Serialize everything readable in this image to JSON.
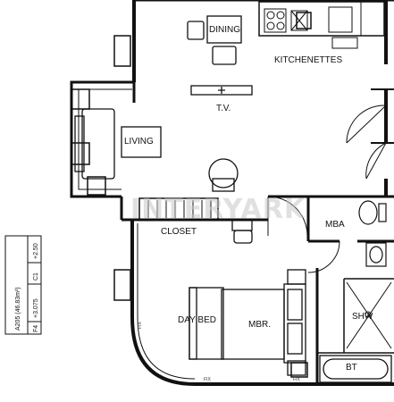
{
  "rooms": {
    "dining": "DINING",
    "kitchenettes": "KITCHENETTES",
    "tv": "T.V.",
    "living": "LIVING",
    "closet": "CLOSET",
    "mba": "MBA",
    "day_bed": "DAY BED",
    "mbr": "MBR.",
    "shw": "SHW",
    "bt": "BT"
  },
  "unit_tag": {
    "unit": "A205 (46.83m²)",
    "floor": "F4",
    "level": "+3.075",
    "ceiling_code": "C1",
    "ceiling_height": "+2.50"
  },
  "small_labels": {
    "fix_left": "FIX",
    "fix_right": "FIX",
    "side": "FIX"
  },
  "watermark": "INTERYARK"
}
